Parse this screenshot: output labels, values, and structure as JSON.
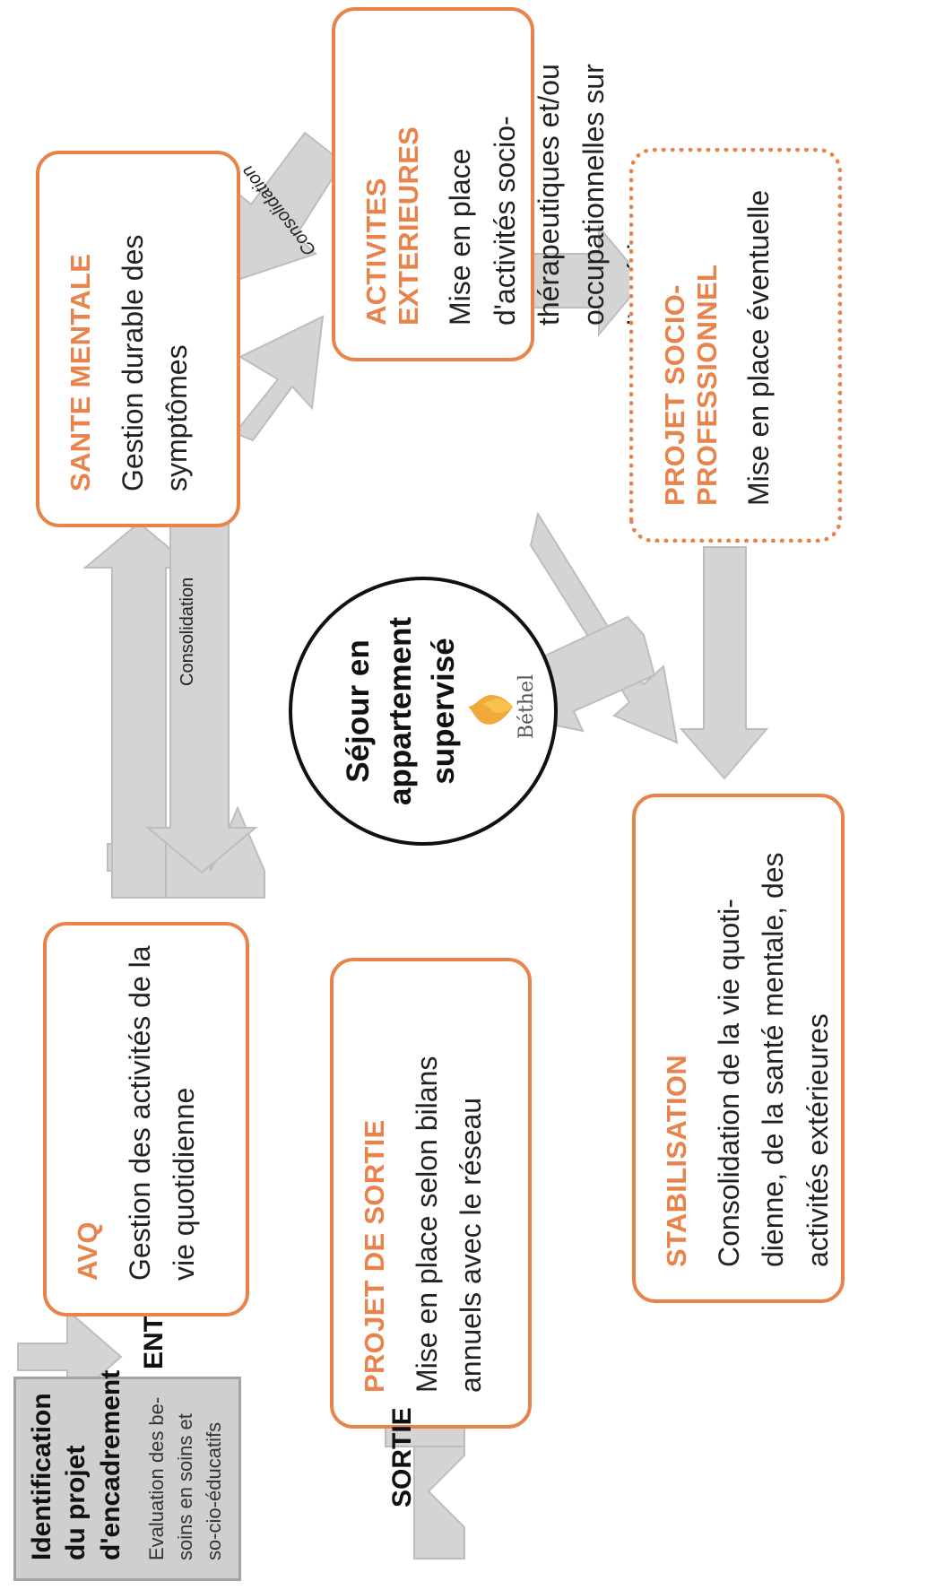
{
  "colors": {
    "accent": "#e8834b",
    "arrow_fill": "#d4d4d4",
    "grey_box": "#cfcfcf"
  },
  "entry": {
    "title": "Identification du projet d'encadrement",
    "body": "Evaluation des be-soins en soins et so-cio-éducatifs",
    "tag": "ENTREE"
  },
  "boxes": {
    "avq": {
      "title": "AVQ",
      "body": "Gestion des activités de la vie quotidienne"
    },
    "sante_mentale": {
      "title": "SANTE MENTALE",
      "body": "Gestion durable des symptômes"
    },
    "activites_exterieures": {
      "title": "ACTIVITES EXTERIEURES",
      "body": "Mise en place d'activités socio-thérapeutiques et/ou occupationnelles sur l'extérieur"
    },
    "projet_socio_professionnel": {
      "title": "PROJET SOCIO-PROFESSIONNEL",
      "body": "Mise en place éventuelle"
    },
    "stabilisation": {
      "title": "STABILISATION",
      "body": "Consolidation de la vie quoti-dienne, de la santé mentale, des activités extérieures"
    },
    "projet_de_sortie": {
      "title": "PROJET DE SORTIE",
      "body": "Mise en place selon bilans annuels avec le réseau"
    }
  },
  "exit_tag": "SORTIE",
  "labels": {
    "consolidation_1": "Consolidation",
    "consolidation_2": "Consolidation"
  },
  "center": {
    "text": "Séjour en appartement supervisé",
    "logo_text": "Béthel",
    "logo_icon": "bethel-flame-logo"
  }
}
